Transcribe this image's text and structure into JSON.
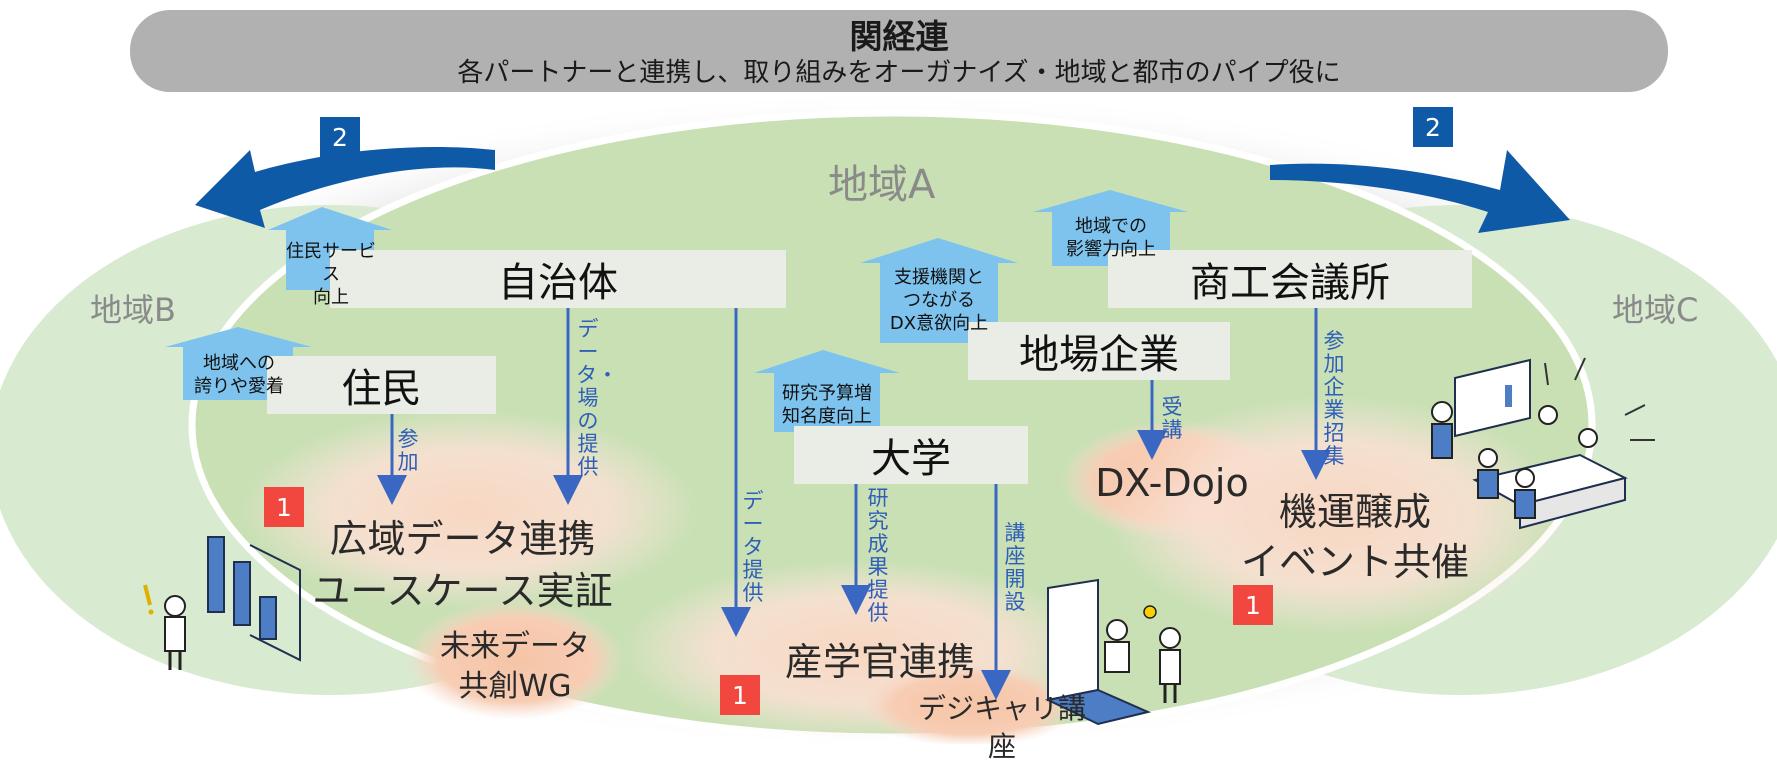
{
  "header": {
    "title": "関経連",
    "subtitle": "各パートナーと連携し、取り組みをオーガナイズ・地域と都市のパイプ役に"
  },
  "regions": {
    "a": "地域A",
    "b": "地域B",
    "c": "地域C"
  },
  "actors": {
    "municipality": "自治体",
    "residents": "住民",
    "university": "大学",
    "local_business": "地場企業",
    "chamber": "商工会議所"
  },
  "benefits": {
    "residents": "地域への\n誇りや愛着",
    "municipality": "住民サービス\n向上",
    "university": "研究予算増\n知名度向上",
    "local_business": "支援機関と\nつながる\nDX意欲向上",
    "chamber": "地域での\n影響力向上"
  },
  "flows": {
    "participation": "参加",
    "data_venue": "データ・場の提供",
    "data_provision": "データ提供",
    "research_results": "研究成果提供",
    "course_opening": "講座開設",
    "attend": "受講",
    "recruit": "参加企業招集"
  },
  "activities": {
    "wide_area_1": "広域データ連携",
    "wide_area_2": "ユースケース実証",
    "future_1": "未来データ",
    "future_2": "共創WG",
    "industry_academia": "産学官連携",
    "digikyari": "デジキャリ講座",
    "dx_dojo": "DX-Dojo",
    "event_1": "機運醸成",
    "event_2": "イベント共催"
  },
  "badges": {
    "red": "1",
    "blue": "2"
  },
  "colors": {
    "header_bg": "#b1b1b1",
    "region_green": "#c8e0b4",
    "outer_green": "#d8ead0",
    "activity_peach": "#f8dccd",
    "flow_blue": "#3a67c2",
    "big_arrow": "#0e5aa7",
    "up_arrow": "#6fb8e8",
    "badge_red": "#f2473f"
  }
}
